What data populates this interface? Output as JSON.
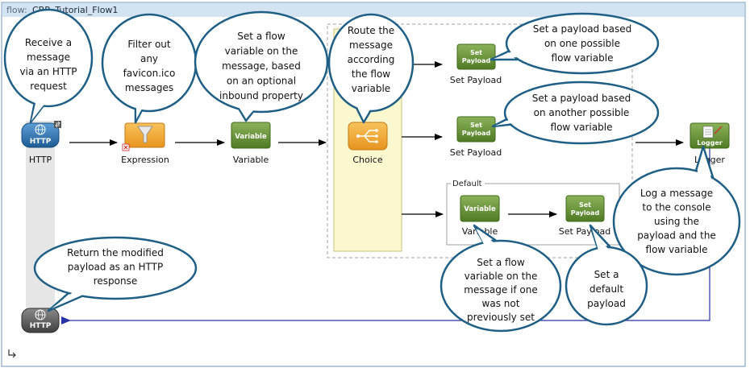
{
  "flow": {
    "prefix": "flow:",
    "name": "CBR_Tutorial_Flow1"
  },
  "colors": {
    "frame_border": "#9fb8d0",
    "title_bar": "#d3e3f1",
    "http_blue": "#2b6ea8",
    "http_gray": "#555555",
    "transformer_green": "#5f8a2f",
    "filter_orange": "#f0a530",
    "choice_fill": "#fbf8d0",
    "callout_border": "#1f5f86",
    "return_line": "#2733a8"
  },
  "nodes": {
    "http_in": {
      "icon": "HTTP",
      "label": "HTTP"
    },
    "expression": {
      "label": "Expression"
    },
    "variable_main": {
      "icon": "Variable",
      "label": "Variable"
    },
    "choice": {
      "label": "Choice"
    },
    "set_payload_1": {
      "icon_line1": "Set",
      "icon_line2": "Payload",
      "label": "Set Payload"
    },
    "set_payload_2": {
      "icon_line1": "Set",
      "icon_line2": "Payload",
      "label": "Set Payload"
    },
    "default_group": {
      "label": "Default"
    },
    "variable_default": {
      "icon": "Variable",
      "label": "Variable"
    },
    "set_payload_default": {
      "icon_line1": "Set",
      "icon_line2": "Payload",
      "label": "Set Payload"
    },
    "logger": {
      "icon": "Logger",
      "label": "Logger"
    },
    "http_out": {
      "icon": "HTTP"
    }
  },
  "callouts": {
    "receive": [
      "Receive a",
      "message",
      "via an HTTP",
      "request"
    ],
    "filter": [
      "Filter out",
      "any",
      "favicon.ico",
      "messages"
    ],
    "set_variable": [
      "Set a flow",
      "variable on the",
      "message, based",
      "on an optional",
      "inbound property"
    ],
    "route": [
      "Route the",
      "message",
      "according",
      "the flow",
      "variable"
    ],
    "payload_one": [
      "Set a payload based",
      "on one possible",
      "flow variable"
    ],
    "payload_another": [
      "Set a payload based",
      "on another possible",
      "flow variable"
    ],
    "log": [
      "Log a message",
      "to the console",
      "using the",
      "payload and the",
      "flow variable"
    ],
    "return": [
      "Return the modified",
      "payload as an HTTP",
      "response"
    ],
    "default_variable": [
      "Set a flow",
      "variable on the",
      "message if one",
      "was not",
      "previously set"
    ],
    "default_payload": [
      "Set a",
      "default",
      "payload"
    ]
  }
}
